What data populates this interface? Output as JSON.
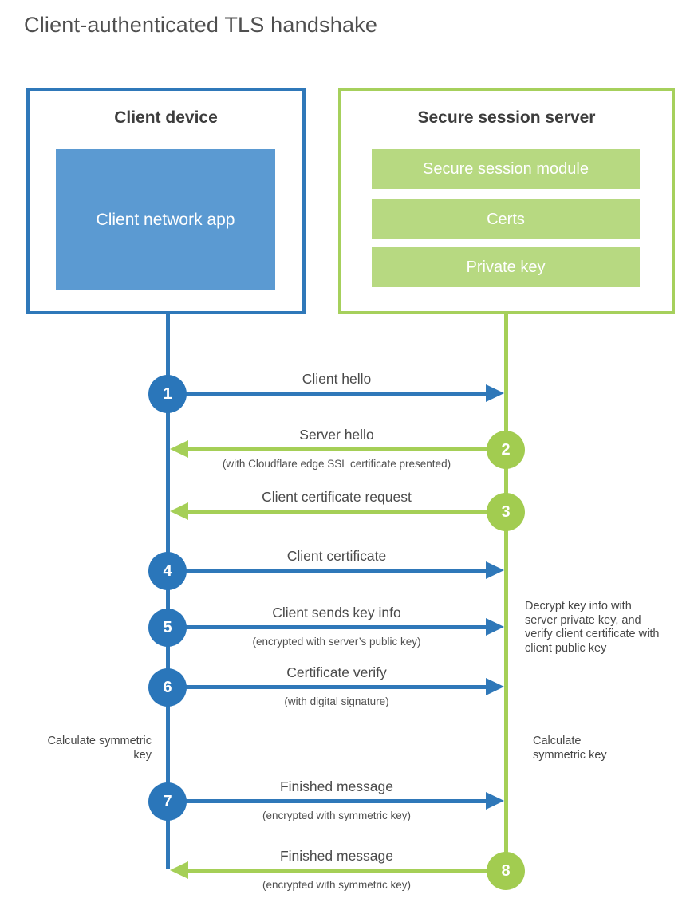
{
  "title": "Client-authenticated TLS handshake",
  "colors": {
    "blue": "#2f78b9",
    "blue_fill": "#5b9ad2",
    "green": "#a5cf57",
    "green_fill": "#b7d981",
    "text": "#4a4a4a"
  },
  "client_box": {
    "title": "Client device",
    "inner_label": "Client network app"
  },
  "server_box": {
    "title": "Secure session server",
    "modules": [
      "Secure session module",
      "Certs",
      "Private key"
    ]
  },
  "steps": [
    {
      "num": "1",
      "from": "client",
      "label": "Client hello",
      "sub": ""
    },
    {
      "num": "2",
      "from": "server",
      "label": "Server hello",
      "sub": "(with Cloudflare edge SSL certificate presented)"
    },
    {
      "num": "3",
      "from": "server",
      "label": "Client certificate request",
      "sub": ""
    },
    {
      "num": "4",
      "from": "client",
      "label": "Client certificate",
      "sub": ""
    },
    {
      "num": "5",
      "from": "client",
      "label": "Client sends key info",
      "sub": "(encrypted with server’s public key)"
    },
    {
      "num": "6",
      "from": "client",
      "label": "Certificate verify",
      "sub": "(with digital signature)"
    },
    {
      "num": "7",
      "from": "client",
      "label": "Finished message",
      "sub": "(encrypted with symmetric key)"
    },
    {
      "num": "8",
      "from": "server",
      "label": "Finished message",
      "sub": "(encrypted with symmetric key)"
    }
  ],
  "notes": {
    "decrypt": "Decrypt key info with server private key, and verify client certificate with client public key",
    "calc_left": "Calculate symmetric key",
    "calc_right": "Calculate symmetric key"
  }
}
